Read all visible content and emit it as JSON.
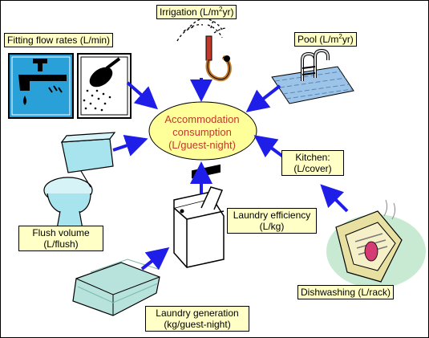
{
  "center": {
    "line1": "Accommodation",
    "line2": "consumption",
    "line3": "(L/guest-night)"
  },
  "labels": {
    "fitting": "Fitting flow rates (L/min)",
    "irrigation_pre": "Irrigation (L/m",
    "irrigation_sup": "2",
    "irrigation_post": "yr)",
    "pool_pre": "Pool (L/m",
    "pool_sup": "2",
    "pool_post": "yr)",
    "kitchen_line1": "Kitchen:",
    "kitchen_line2": "(L/cover)",
    "flush_line1": "Flush volume",
    "flush_line2": "(L/flush)",
    "laundry_eff_line1": "Laundry efficiency",
    "laundry_eff_line2": "(L/kg)",
    "dishwashing": "Dishwashing (L/rack)",
    "laundry_gen_line1": "Laundry generation",
    "laundry_gen_line2": "(kg/guest-night)"
  },
  "colors": {
    "arrow": "#1e1ee8",
    "label_bg": "#ffffc6",
    "ellipse_fill": "#ffff99",
    "center_text": "#c0392b",
    "icon_blue": "#2aa0d8",
    "toilet": "#a8e4ee",
    "towel": "#b7e3dc",
    "pool_water": "#9cc4e8"
  },
  "icons": [
    "faucet-icon",
    "shower-icon",
    "sprinkler-icon",
    "pool-ladder-icon",
    "toilet-icon",
    "washing-machine-icon",
    "dishwasher-icon",
    "towels-icon"
  ]
}
